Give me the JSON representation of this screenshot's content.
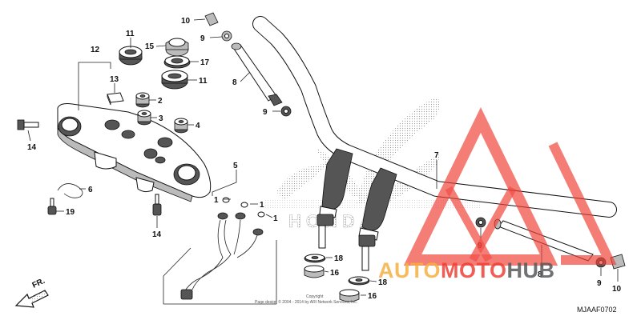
{
  "callouts": [
    {
      "id": "c10a",
      "label": "10"
    },
    {
      "id": "c9a",
      "label": "9"
    },
    {
      "id": "c11a",
      "label": "11"
    },
    {
      "id": "c15",
      "label": "15"
    },
    {
      "id": "c17",
      "label": "17"
    },
    {
      "id": "c11b",
      "label": "11"
    },
    {
      "id": "c12",
      "label": "12"
    },
    {
      "id": "c13",
      "label": "13"
    },
    {
      "id": "c2",
      "label": "2"
    },
    {
      "id": "c3",
      "label": "3"
    },
    {
      "id": "c4",
      "label": "4"
    },
    {
      "id": "c8a",
      "label": "8"
    },
    {
      "id": "c9b",
      "label": "9"
    },
    {
      "id": "c14a",
      "label": "14"
    },
    {
      "id": "c6",
      "label": "6"
    },
    {
      "id": "c19",
      "label": "19"
    },
    {
      "id": "c14b",
      "label": "14"
    },
    {
      "id": "c5",
      "label": "5"
    },
    {
      "id": "c1a",
      "label": "1"
    },
    {
      "id": "c1b",
      "label": "1"
    },
    {
      "id": "c1c",
      "label": "1"
    },
    {
      "id": "c7",
      "label": "7"
    },
    {
      "id": "c18a",
      "label": "18"
    },
    {
      "id": "c16a",
      "label": "16"
    },
    {
      "id": "c18b",
      "label": "18"
    },
    {
      "id": "c16b",
      "label": "16"
    },
    {
      "id": "c9c",
      "label": "9"
    },
    {
      "id": "c8b",
      "label": "8"
    },
    {
      "id": "c9d",
      "label": "9"
    },
    {
      "id": "c10b",
      "label": "10"
    }
  ],
  "front_arrow_label": "FR.",
  "copyright": [
    "Copyright",
    "Page design © 2004 - 2014 by ARI Network Services, Inc."
  ],
  "diagram_code": "MJAAF0702",
  "watermark": {
    "part1": "AUTO",
    "part2": "MOTO",
    "part3": "HUB"
  },
  "brand_emblem": "HONDA",
  "colors": {
    "watermark_orange": "#f5b041",
    "watermark_red": "#ef4036",
    "watermark_gray": "#58595b"
  }
}
